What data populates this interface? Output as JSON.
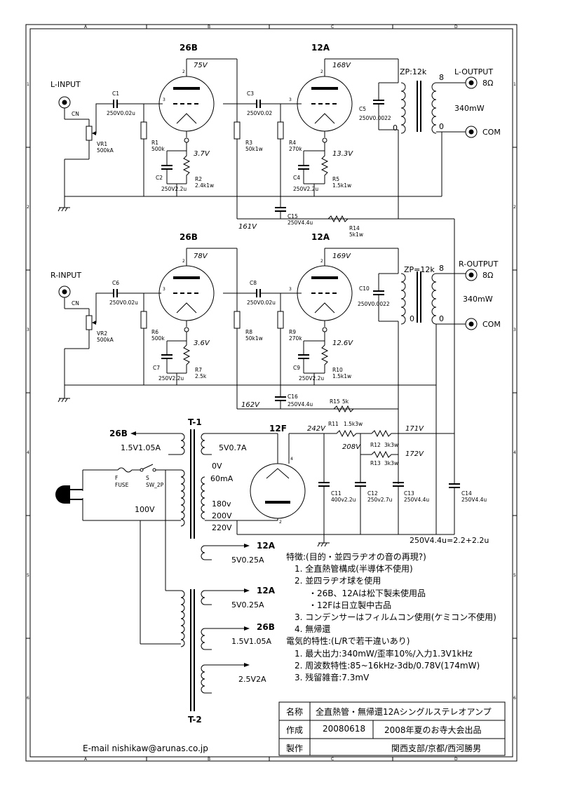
{
  "border_letters": {
    "top": [
      "A",
      "B",
      "C",
      "D"
    ],
    "bottom": [
      "A",
      "B",
      "C",
      "D"
    ]
  },
  "border_numbers": [
    "1",
    "2",
    "3",
    "4",
    "5",
    "6"
  ],
  "left_channel": {
    "input_label": "L-INPUT",
    "cn": "CN",
    "vr": {
      "name": "VR1",
      "value": "500kA"
    },
    "tube1": {
      "type": "26B",
      "plate_v": "75V",
      "cathode_v": "3.7V",
      "pin2": "2",
      "pin3": "3"
    },
    "tube2": {
      "type": "12A",
      "plate_v": "168V",
      "cathode_v": "13.3V",
      "pin2": "2",
      "pin3": "3"
    },
    "c1": {
      "name": "C1",
      "value": "250V0.02u"
    },
    "r1": {
      "name": "R1",
      "value": "500k"
    },
    "c2": {
      "name": "C2",
      "value": "250V2.2u"
    },
    "r2": {
      "name": "R2",
      "value": "2.4k1w"
    },
    "c3": {
      "name": "C3",
      "value": "250V0.02"
    },
    "r3": {
      "name": "R3",
      "value": "50k1w"
    },
    "r4": {
      "name": "R4",
      "value": "270k"
    },
    "c4": {
      "name": "C4",
      "value": "250V2.2u"
    },
    "r5": {
      "name": "R5",
      "value": "1.5k1w"
    },
    "c5": {
      "name": "C5",
      "value": "250V0.0022"
    },
    "zp": "ZP:12k",
    "tap8": "8",
    "tap0a": "0",
    "tap0b": "0",
    "output_label": "L-OUTPUT",
    "ohm": "8Ω",
    "power": "340mW",
    "com": "COM",
    "c15": {
      "name": "C15",
      "value": "250V4.4u"
    },
    "r14": {
      "name": "R14",
      "value": "5k1w"
    },
    "node_v": "161V"
  },
  "right_channel": {
    "input_label": "R-INPUT",
    "cn": "CN",
    "vr": {
      "name": "VR2",
      "value": "500kA"
    },
    "tube1": {
      "type": "26B",
      "plate_v": "78V",
      "cathode_v": "3.6V",
      "pin2": "2",
      "pin3": "3"
    },
    "tube2": {
      "type": "12A",
      "plate_v": "169V",
      "cathode_v": "12.6V",
      "pin2": "2",
      "pin3": "3"
    },
    "c6": {
      "name": "C6",
      "value": "250V0.02u"
    },
    "r6": {
      "name": "R6",
      "value": "500k"
    },
    "c7": {
      "name": "C7",
      "value": "250V2.2u"
    },
    "r7": {
      "name": "R7",
      "value": "2.5k"
    },
    "c8": {
      "name": "C8",
      "value": "250V0.02u"
    },
    "r8": {
      "name": "R8",
      "value": "50k1w"
    },
    "r9": {
      "name": "R9",
      "value": "270k"
    },
    "c9": {
      "name": "C9",
      "value": "250V2.2u"
    },
    "r10": {
      "name": "R10",
      "value": "1.5k1w"
    },
    "c10": {
      "name": "C10",
      "value": "250V0.0022"
    },
    "zp": "ZP=12k",
    "tap8": "8",
    "tap0a": "0",
    "tap0b": "0",
    "output_label": "R-OUTPUT",
    "ohm": "8Ω",
    "power": "340mW",
    "com": "COM",
    "c16": {
      "name": "C16",
      "value": "250V4.4u"
    },
    "r15": {
      "name": "R15",
      "value": "5k"
    },
    "node_v": "162V"
  },
  "power_supply": {
    "t1": "T-1",
    "t2": "T-2",
    "t1_fil_target": "26B",
    "t1_fil_label": "1.5V1.05A",
    "t1_sec_5v": "5V0.7A",
    "t1_taps": [
      "0V",
      "60mA",
      "180v",
      "200V",
      "220V"
    ],
    "primary_v": "100V",
    "fuse": [
      "F",
      "FUSE"
    ],
    "switch": [
      "S",
      "SW_2P"
    ],
    "rect_tube": "12F",
    "rect_pin": "4",
    "rect_pin2": "2",
    "v242": "242V",
    "v208": "208V",
    "v171": "171V",
    "v172": "172V",
    "r11": {
      "name": "R11",
      "value": "1.5k3w"
    },
    "r12": {
      "name": "R12",
      "value": "3k3w"
    },
    "r13": {
      "name": "R13",
      "value": "3k3w"
    },
    "c11": {
      "name": "C11",
      "value": "400v2.2u"
    },
    "c12": {
      "name": "C12",
      "value": "250v2.7u"
    },
    "c13": {
      "name": "C13",
      "value": "250V4.4u"
    },
    "c14": {
      "name": "C14",
      "value": "250V4.4u"
    },
    "cap_note": "250V4.4u=2.2+2.2u",
    "t1_12a_target": "12A",
    "t1_12a_label": "5V0.25A",
    "t2_12a_target": "12A",
    "t2_12a_label": "5V0.25A",
    "t2_26b_target": "26B",
    "t2_26b_label": "1.5V1.05A",
    "t2_25v_label": "2.5V2A"
  },
  "notes": {
    "heading": "特徴:(目的・並四ラヂオの音の再現?)",
    "items": [
      "1. 全直熱管構成(半導体不使用)",
      "2. 並四ラヂオ球を使用",
      "・26B、12Aは松下製未使用品",
      "・12Fは日立製中古品",
      "3. コンデンサーはフィルムコン使用(ケミコン不使用)",
      "4. 無帰還"
    ],
    "spec_heading": "電気的特性:(L/Rで若干違いあり)",
    "specs": [
      "1. 最大出力:340mW/歪率10%/入力1.3V1kHz",
      "2. 周波数特性:85~16kHz-3db/0.78V(174mW)",
      "3. 残留雑音:7.3mV"
    ]
  },
  "title_block": {
    "name_label": "名称",
    "name_value": "全直熱管・無帰還12Aシングルステレオアンプ",
    "made_label": "作成",
    "date": "20080618",
    "event": "2008年夏のお寺大会出品",
    "maker_label": "製作",
    "maker": "関西支部/京都/西河勝男"
  },
  "email": "E-mail nishikaw@arunas.co.jp"
}
